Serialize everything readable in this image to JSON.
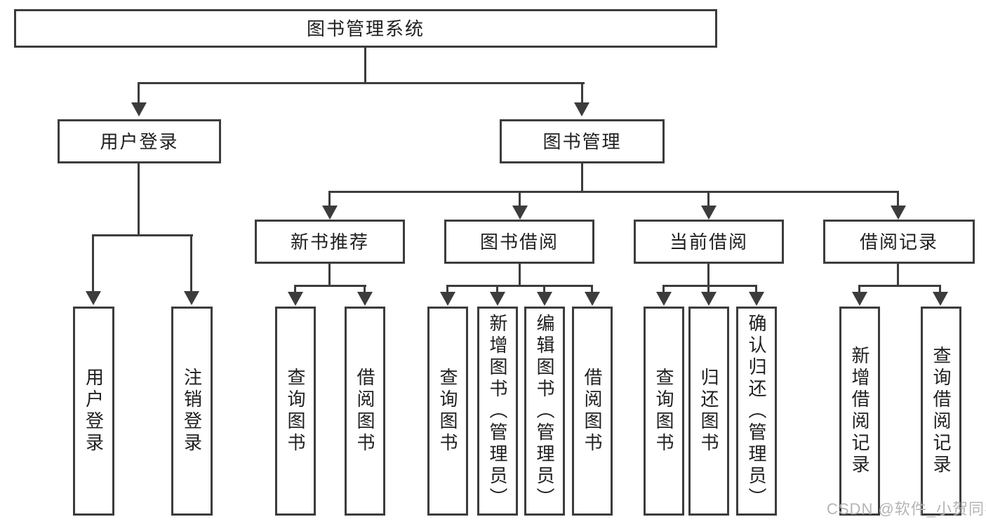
{
  "tree": {
    "label": "图书管理系统",
    "children": [
      {
        "label": "用户登录",
        "children": [
          {
            "label": "用户登录"
          },
          {
            "label": "注销登录"
          }
        ]
      },
      {
        "label": "图书管理",
        "children": [
          {
            "label": "新书推荐",
            "children": [
              {
                "label": "查询图书"
              },
              {
                "label": "借阅图书"
              }
            ]
          },
          {
            "label": "图书借阅",
            "children": [
              {
                "label": "查询图书"
              },
              {
                "label": "新增图书（管理员）"
              },
              {
                "label": "编辑图书（管理员）"
              },
              {
                "label": "借阅图书"
              }
            ]
          },
          {
            "label": "当前借阅",
            "children": [
              {
                "label": "查询图书"
              },
              {
                "label": "归还图书"
              },
              {
                "label": "确认归还（管理员）"
              }
            ]
          },
          {
            "label": "借阅记录",
            "children": [
              {
                "label": "新增借阅记录"
              },
              {
                "label": "查询借阅记录"
              }
            ]
          }
        ]
      }
    ]
  },
  "watermark": {
    "text": "CSDN @软件_小贺同学"
  },
  "colors": {
    "line": "#3c3c3c",
    "text": "#1f1f1f",
    "watermark": "#b4b4b6",
    "background": "#ffffff"
  }
}
